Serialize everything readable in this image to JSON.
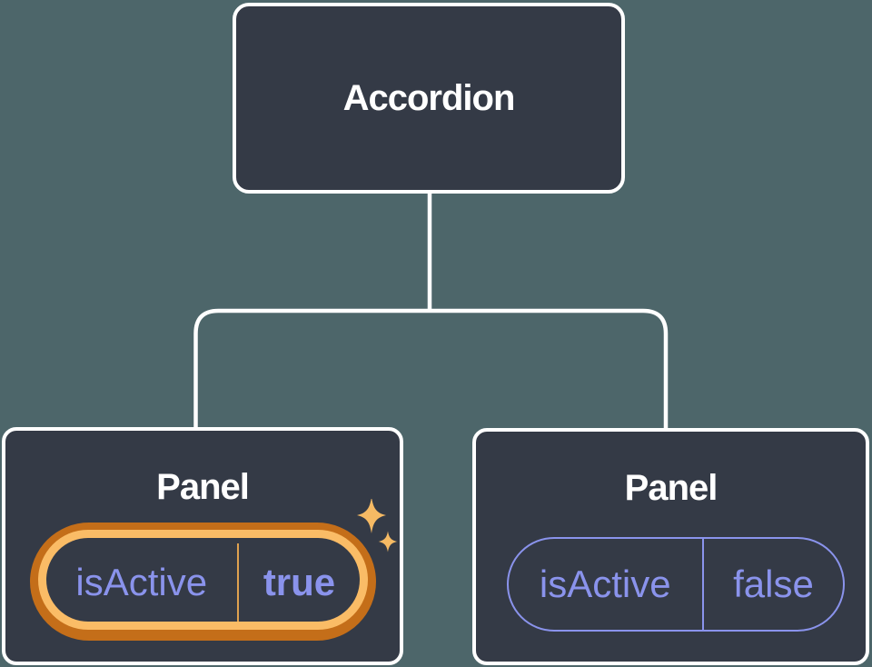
{
  "diagram": {
    "root": {
      "label": "Accordion"
    },
    "panels": [
      {
        "title": "Panel",
        "state": {
          "name": "isActive",
          "value": "true"
        },
        "highlighted": true
      },
      {
        "title": "Panel",
        "state": {
          "name": "isActive",
          "value": "false"
        },
        "highlighted": false
      }
    ]
  },
  "icons": {
    "sparkles": "two four-pointed stars marking the updated state"
  },
  "colors": {
    "background": "#4D666A",
    "card": "#343A46",
    "line": "#FFFFFF",
    "text_primary": "#FFFFFF",
    "accent_purple": "#8A93EC",
    "highlight_ring_outer": "#C46E19",
    "highlight_ring_inner": "#FABC66",
    "divider_orange": "#DFA14F",
    "sparkle": "#F6BA64"
  }
}
